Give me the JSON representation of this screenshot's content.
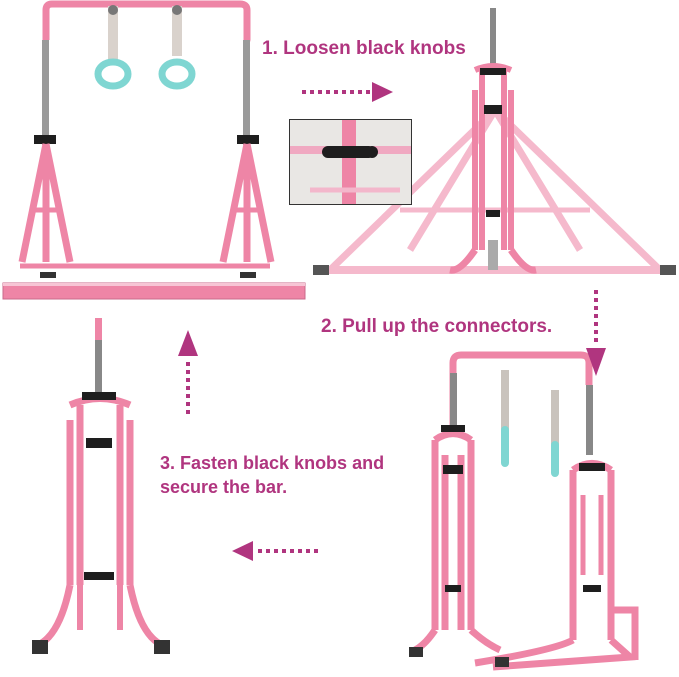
{
  "steps": {
    "step1": "1. Loosen black knobs",
    "step2": "2. Pull up the connectors.",
    "step3_line1": "3. Fasten black knobs and",
    "step3_line2": "secure the bar."
  },
  "colors": {
    "frame_pink": "#ee85a6",
    "frame_pink_light": "#f5b9cc",
    "label_magenta": "#b0357f",
    "arrow_magenta": "#b0357f",
    "knob_black": "#1e1e1e",
    "steel": "#9a9a9a",
    "ring_teal": "#7fd6d2"
  },
  "icons": [
    "arrow-right-icon",
    "arrow-down-icon",
    "arrow-left-icon",
    "arrow-up-icon"
  ]
}
